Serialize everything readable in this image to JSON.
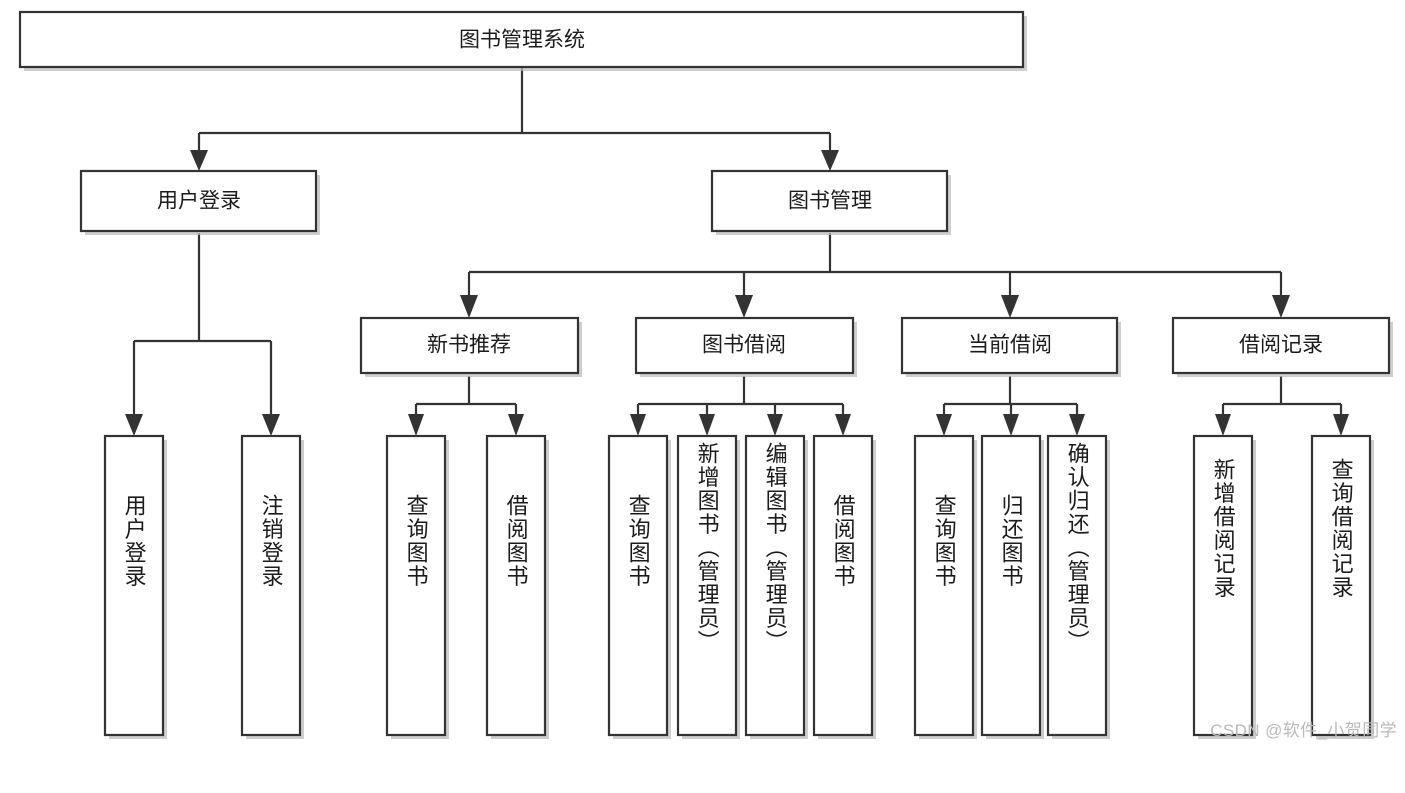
{
  "diagram": {
    "type": "hierarchy-tree",
    "title": "图书管理系统",
    "watermark": "CSDN @软件_小贺同学",
    "colors": {
      "stroke": "#333333",
      "fill": "#ffffff",
      "text": "#1b1b1b",
      "shadow": "#bdbdbd",
      "watermark": "#b9b9b9"
    },
    "root": {
      "label": "图书管理系统"
    },
    "level2": [
      {
        "id": "user-login",
        "label": "用户登录"
      },
      {
        "id": "book-management",
        "label": "图书管理"
      }
    ],
    "level3": [
      {
        "id": "new-book-recommend",
        "label": "新书推荐"
      },
      {
        "id": "book-borrow",
        "label": "图书借阅"
      },
      {
        "id": "current-borrow",
        "label": "当前借阅"
      },
      {
        "id": "borrow-record",
        "label": "借阅记录"
      }
    ],
    "leaves": {
      "user_login": [
        {
          "id": "leaf-user-login",
          "label": "用户登录"
        },
        {
          "id": "leaf-logout-login",
          "label": "注销登录"
        }
      ],
      "new_book_recommend": [
        {
          "id": "leaf-query-book-1",
          "label": "查询图书"
        },
        {
          "id": "leaf-borrow-book-1",
          "label": "借阅图书"
        }
      ],
      "book_borrow": [
        {
          "id": "leaf-query-book-2",
          "label": "查询图书"
        },
        {
          "id": "leaf-add-book",
          "label": "新增图书（管理员）"
        },
        {
          "id": "leaf-edit-book",
          "label": "编辑图书（管理员）"
        },
        {
          "id": "leaf-borrow-book-2",
          "label": "借阅图书"
        }
      ],
      "current_borrow": [
        {
          "id": "leaf-query-book-3",
          "label": "查询图书"
        },
        {
          "id": "leaf-return-book",
          "label": "归还图书"
        },
        {
          "id": "leaf-confirm-return",
          "label": "确认归还（管理员）"
        }
      ],
      "borrow_record": [
        {
          "id": "leaf-add-record",
          "label": "新增借阅记录"
        },
        {
          "id": "leaf-query-record",
          "label": "查询借阅记录"
        }
      ]
    }
  }
}
